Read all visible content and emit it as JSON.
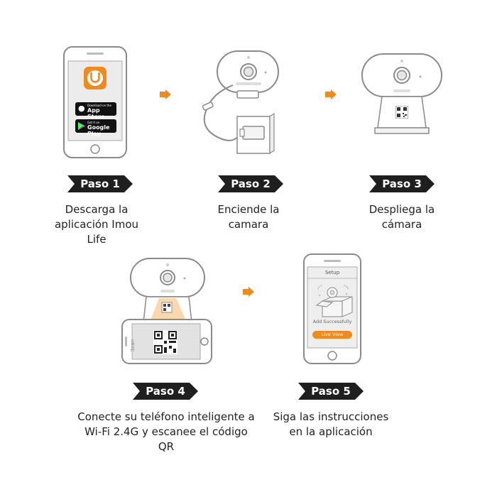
{
  "steps": [
    {
      "badge": "Paso 1",
      "caption_lines": [
        "Descarga la",
        "aplicación Imou",
        "Life"
      ]
    },
    {
      "badge": "Paso 2",
      "caption_lines": [
        "Enciende la",
        "camara"
      ]
    },
    {
      "badge": "Paso 3",
      "caption_lines": [
        "Despliega la",
        "cámara"
      ]
    },
    {
      "badge": "Paso 4",
      "caption_lines": [
        "Conecte su teléfono inteligente a",
        "Wi-Fi 2.4G y escanee el código",
        "QR"
      ]
    },
    {
      "badge": "Paso 5",
      "caption_lines": [
        "Siga las instrucciones",
        "en la aplicación"
      ]
    }
  ],
  "phone1": {
    "app_store_small": "Download on the",
    "app_store": "App Store",
    "google_play_small": "Get it on",
    "google_play": "Google Play"
  },
  "phone4": {
    "scan": "Scan"
  },
  "phone5": {
    "setup": "Setup",
    "add_successfully": "Add Successfully",
    "live_view": "Live View"
  },
  "colors": {
    "accent": "#f08a1c",
    "badge": "#1f1f1f",
    "outline": "#8a8a8a"
  },
  "icons": [
    "imou-app-icon",
    "apple-icon",
    "google-play-icon",
    "camera-icon",
    "qr-code-icon",
    "power-adapter-icon",
    "arrow-right-icon"
  ]
}
